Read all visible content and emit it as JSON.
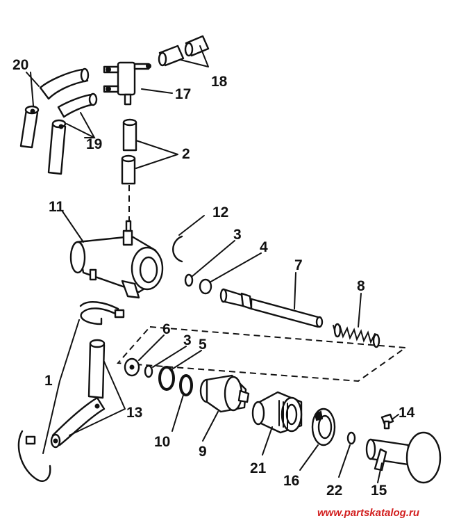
{
  "diagram": {
    "callouts": {
      "c1": "1",
      "c2": "2",
      "c3a": "3",
      "c3b": "3",
      "c4": "4",
      "c5": "5",
      "c6": "6",
      "c7": "7",
      "c8": "8",
      "c9": "9",
      "c10": "10",
      "c11": "11",
      "c12": "12",
      "c13": "13",
      "c14": "14",
      "c15": "15",
      "c16": "16",
      "c17": "17",
      "c18": "18",
      "c19": "19",
      "c20": "20",
      "c21": "21",
      "c22": "22"
    },
    "watermark": "www.partskatalog.ru"
  },
  "colors": {
    "line": "#111111",
    "background": "#ffffff",
    "watermark": "#d21f1f"
  }
}
